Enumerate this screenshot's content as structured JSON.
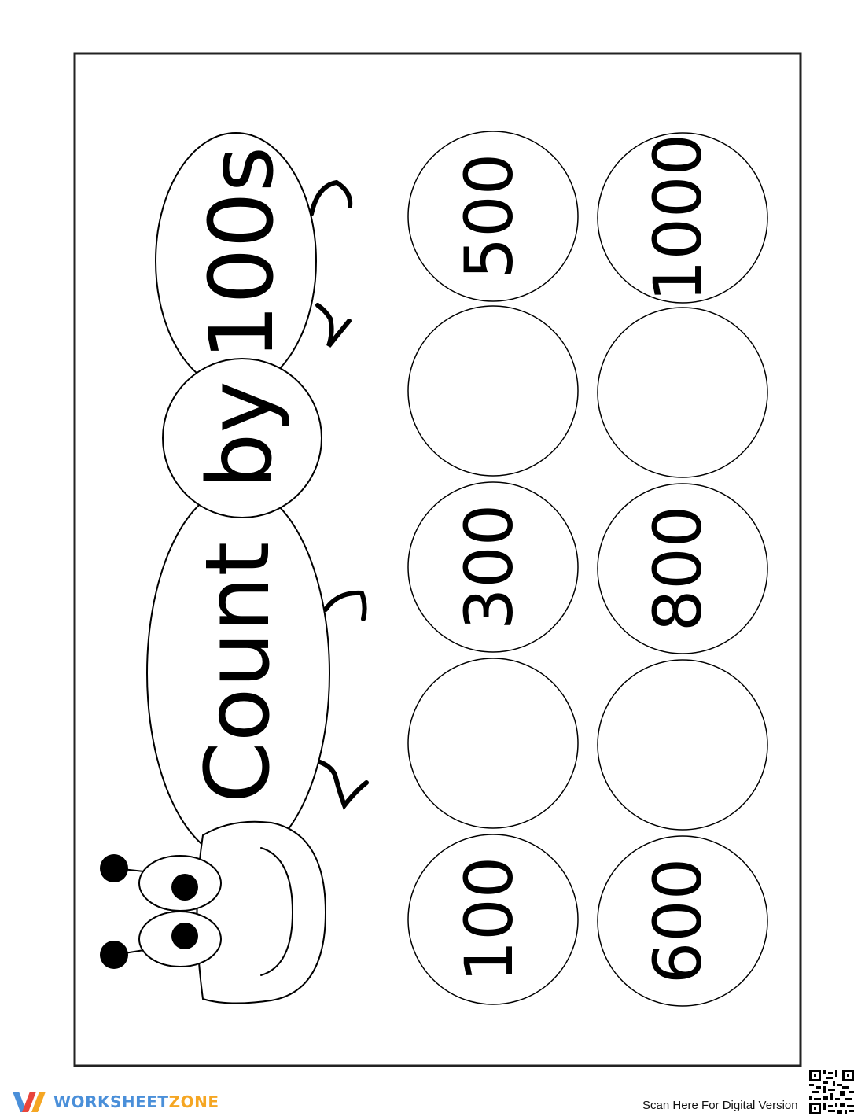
{
  "worksheet": {
    "title_words": [
      "Count",
      "by",
      "100s"
    ],
    "circles": [
      {
        "value": "500"
      },
      {
        "value": "1000"
      },
      {
        "value": ""
      },
      {
        "value": ""
      },
      {
        "value": "300"
      },
      {
        "value": "800"
      },
      {
        "value": ""
      },
      {
        "value": ""
      },
      {
        "value": "100"
      },
      {
        "value": "600"
      }
    ]
  },
  "footer": {
    "brand_part1": "WORKSHEET",
    "brand_part2": "ZONE",
    "brand_colors": {
      "blue": "#4a8fd9",
      "orange": "#f5a623",
      "red": "#e8453c"
    },
    "scan_text": "Scan Here For Digital Version",
    "qr_icon": "qr-code-icon"
  }
}
